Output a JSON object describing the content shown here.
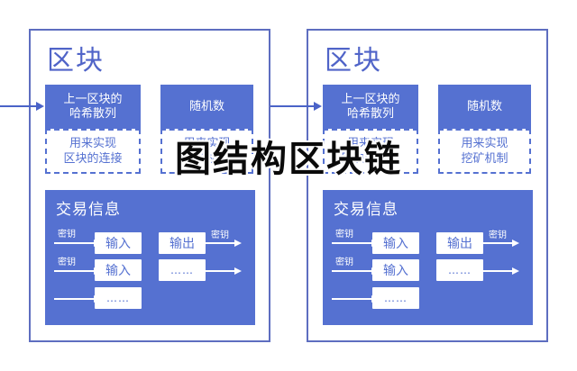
{
  "watermark": "图结构区块链",
  "colors": {
    "primary_blue": "#5571d1",
    "border_blue": "#5e6ec0",
    "title_blue": "#5064c8",
    "watermark_black": "#0a0a0a",
    "background": "#ffffff"
  },
  "blocks": [
    {
      "title": "区块",
      "hash_label": "上一区块的\n哈希散列",
      "hash_desc": "用来实现\n区块的连接",
      "nonce_label": "随机数",
      "nonce_desc": "用来实现\n挖矿机制",
      "tx": {
        "title": "交易信息",
        "key1": "密钥",
        "key2": "密钥",
        "key_out": "密钥",
        "input1": "输入",
        "input2": "输入",
        "output": "输出",
        "ellipsis_out": "……",
        "ellipsis_in": "……"
      }
    },
    {
      "title": "区块",
      "hash_label": "上一区块的\n哈希散列",
      "hash_desc": "用来实现\n区块的连接",
      "nonce_label": "随机数",
      "nonce_desc": "用来实现\n挖矿机制",
      "tx": {
        "title": "交易信息",
        "key1": "密钥",
        "key2": "密钥",
        "key_out": "密钥",
        "input1": "输入",
        "input2": "输入",
        "output": "输出",
        "ellipsis_out": "……",
        "ellipsis_in": "……"
      }
    }
  ]
}
